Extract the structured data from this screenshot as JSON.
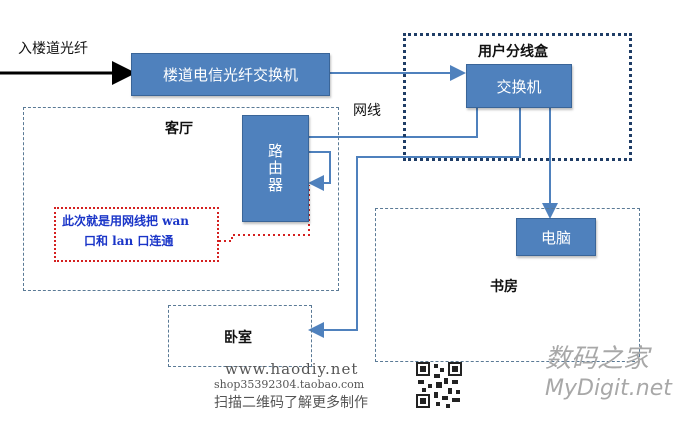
{
  "labels": {
    "fiber_in": "入楼道光纤",
    "wire": "网线",
    "living_room": "客厅",
    "box_title": "用户分线盒",
    "study": "书房",
    "bedroom": "卧室"
  },
  "devices": {
    "building_switch": "楼道电信光纤交换机",
    "home_switch": "交换机",
    "router": "路由器",
    "computer": "电脑"
  },
  "note": {
    "line1": "此次就是用网线把 wan",
    "line2": "口和 lan 口连通"
  },
  "watermark": {
    "url": "www.haodiy.net",
    "shop": "shop35392304.taobao.com",
    "scan": "扫描二维码了解更多制作",
    "brand_cn": "数码之家",
    "brand_en": "MyDigit.net"
  },
  "colors": {
    "device_fill": "#4f81bd",
    "line": "#4f81bd",
    "note_border": "#d42020",
    "note_text": "#1a35c8"
  }
}
